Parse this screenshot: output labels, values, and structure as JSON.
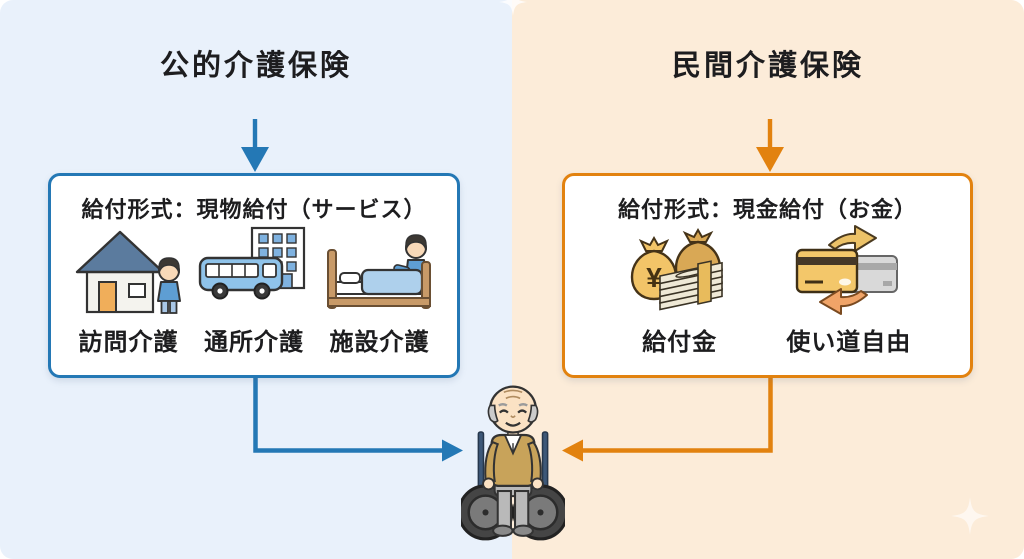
{
  "palette": {
    "blue_accent": "#2478b5",
    "orange_accent": "#e2820f",
    "left_background": "#e9f1fb",
    "right_background": "#fcecd9",
    "box_background": "#ffffff",
    "text_color": "#1d1d1f"
  },
  "left": {
    "title": "公的介護保険",
    "box_title": "給付形式：現物給付（サービス）",
    "items": [
      {
        "label": "訪問介護",
        "icon": "home-visit-care-icon"
      },
      {
        "label": "通所介護",
        "icon": "day-service-bus-icon"
      },
      {
        "label": "施設介護",
        "icon": "facility-care-bed-icon"
      }
    ]
  },
  "right": {
    "title": "民間介護保険",
    "box_title": "給付形式：現金給付（お金）",
    "items": [
      {
        "label": "給付金",
        "icon": "money-bags-icon"
      },
      {
        "label": "使い道自由",
        "icon": "cards-exchange-icon"
      }
    ]
  },
  "icons": {
    "yen_symbol": "¥"
  },
  "center": {
    "figure": "elderly-man-in-wheelchair"
  }
}
